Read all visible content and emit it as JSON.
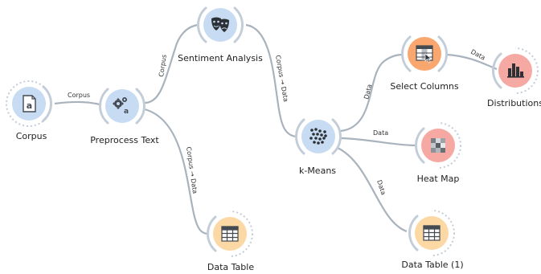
{
  "colors": {
    "link": "#a9b3bd",
    "data_ring": "#c3cdd8",
    "text_node": "#c7dcf2",
    "text_node_icon": "#444a52",
    "cluster_node": "#c7dcf2",
    "data_node": "#fcd8a5",
    "select_node": "#f9a66f",
    "vis_node": "#f6a9a3"
  },
  "nodes": {
    "corpus": {
      "label": "Corpus",
      "icon": "document-a-icon"
    },
    "preprocess": {
      "label": "Preprocess Text",
      "icon": "gears-a-icon"
    },
    "sentiment": {
      "label": "Sentiment Analysis",
      "icon": "theater-masks-icon"
    },
    "data_table": {
      "label": "Data Table",
      "icon": "table-icon"
    },
    "kmeans": {
      "label": "k-Means",
      "icon": "cluster-dots-icon"
    },
    "select_columns": {
      "label": "Select Columns",
      "icon": "select-columns-icon"
    },
    "distributions": {
      "label": "Distributions",
      "icon": "bar-chart-icon"
    },
    "heat_map": {
      "label": "Heat Map",
      "icon": "heat-map-icon"
    },
    "data_table_1": {
      "label": "Data Table (1)",
      "icon": "table-icon"
    }
  },
  "links": {
    "corpus_preprocess": "Corpus",
    "preprocess_sentiment": "Corpus",
    "preprocess_datatable": "Corpus → Data",
    "sentiment_kmeans": "Corpus → Data",
    "kmeans_select": "Data",
    "kmeans_heatmap": "Data",
    "kmeans_datatable1": "Data",
    "select_distributions": "Data"
  }
}
